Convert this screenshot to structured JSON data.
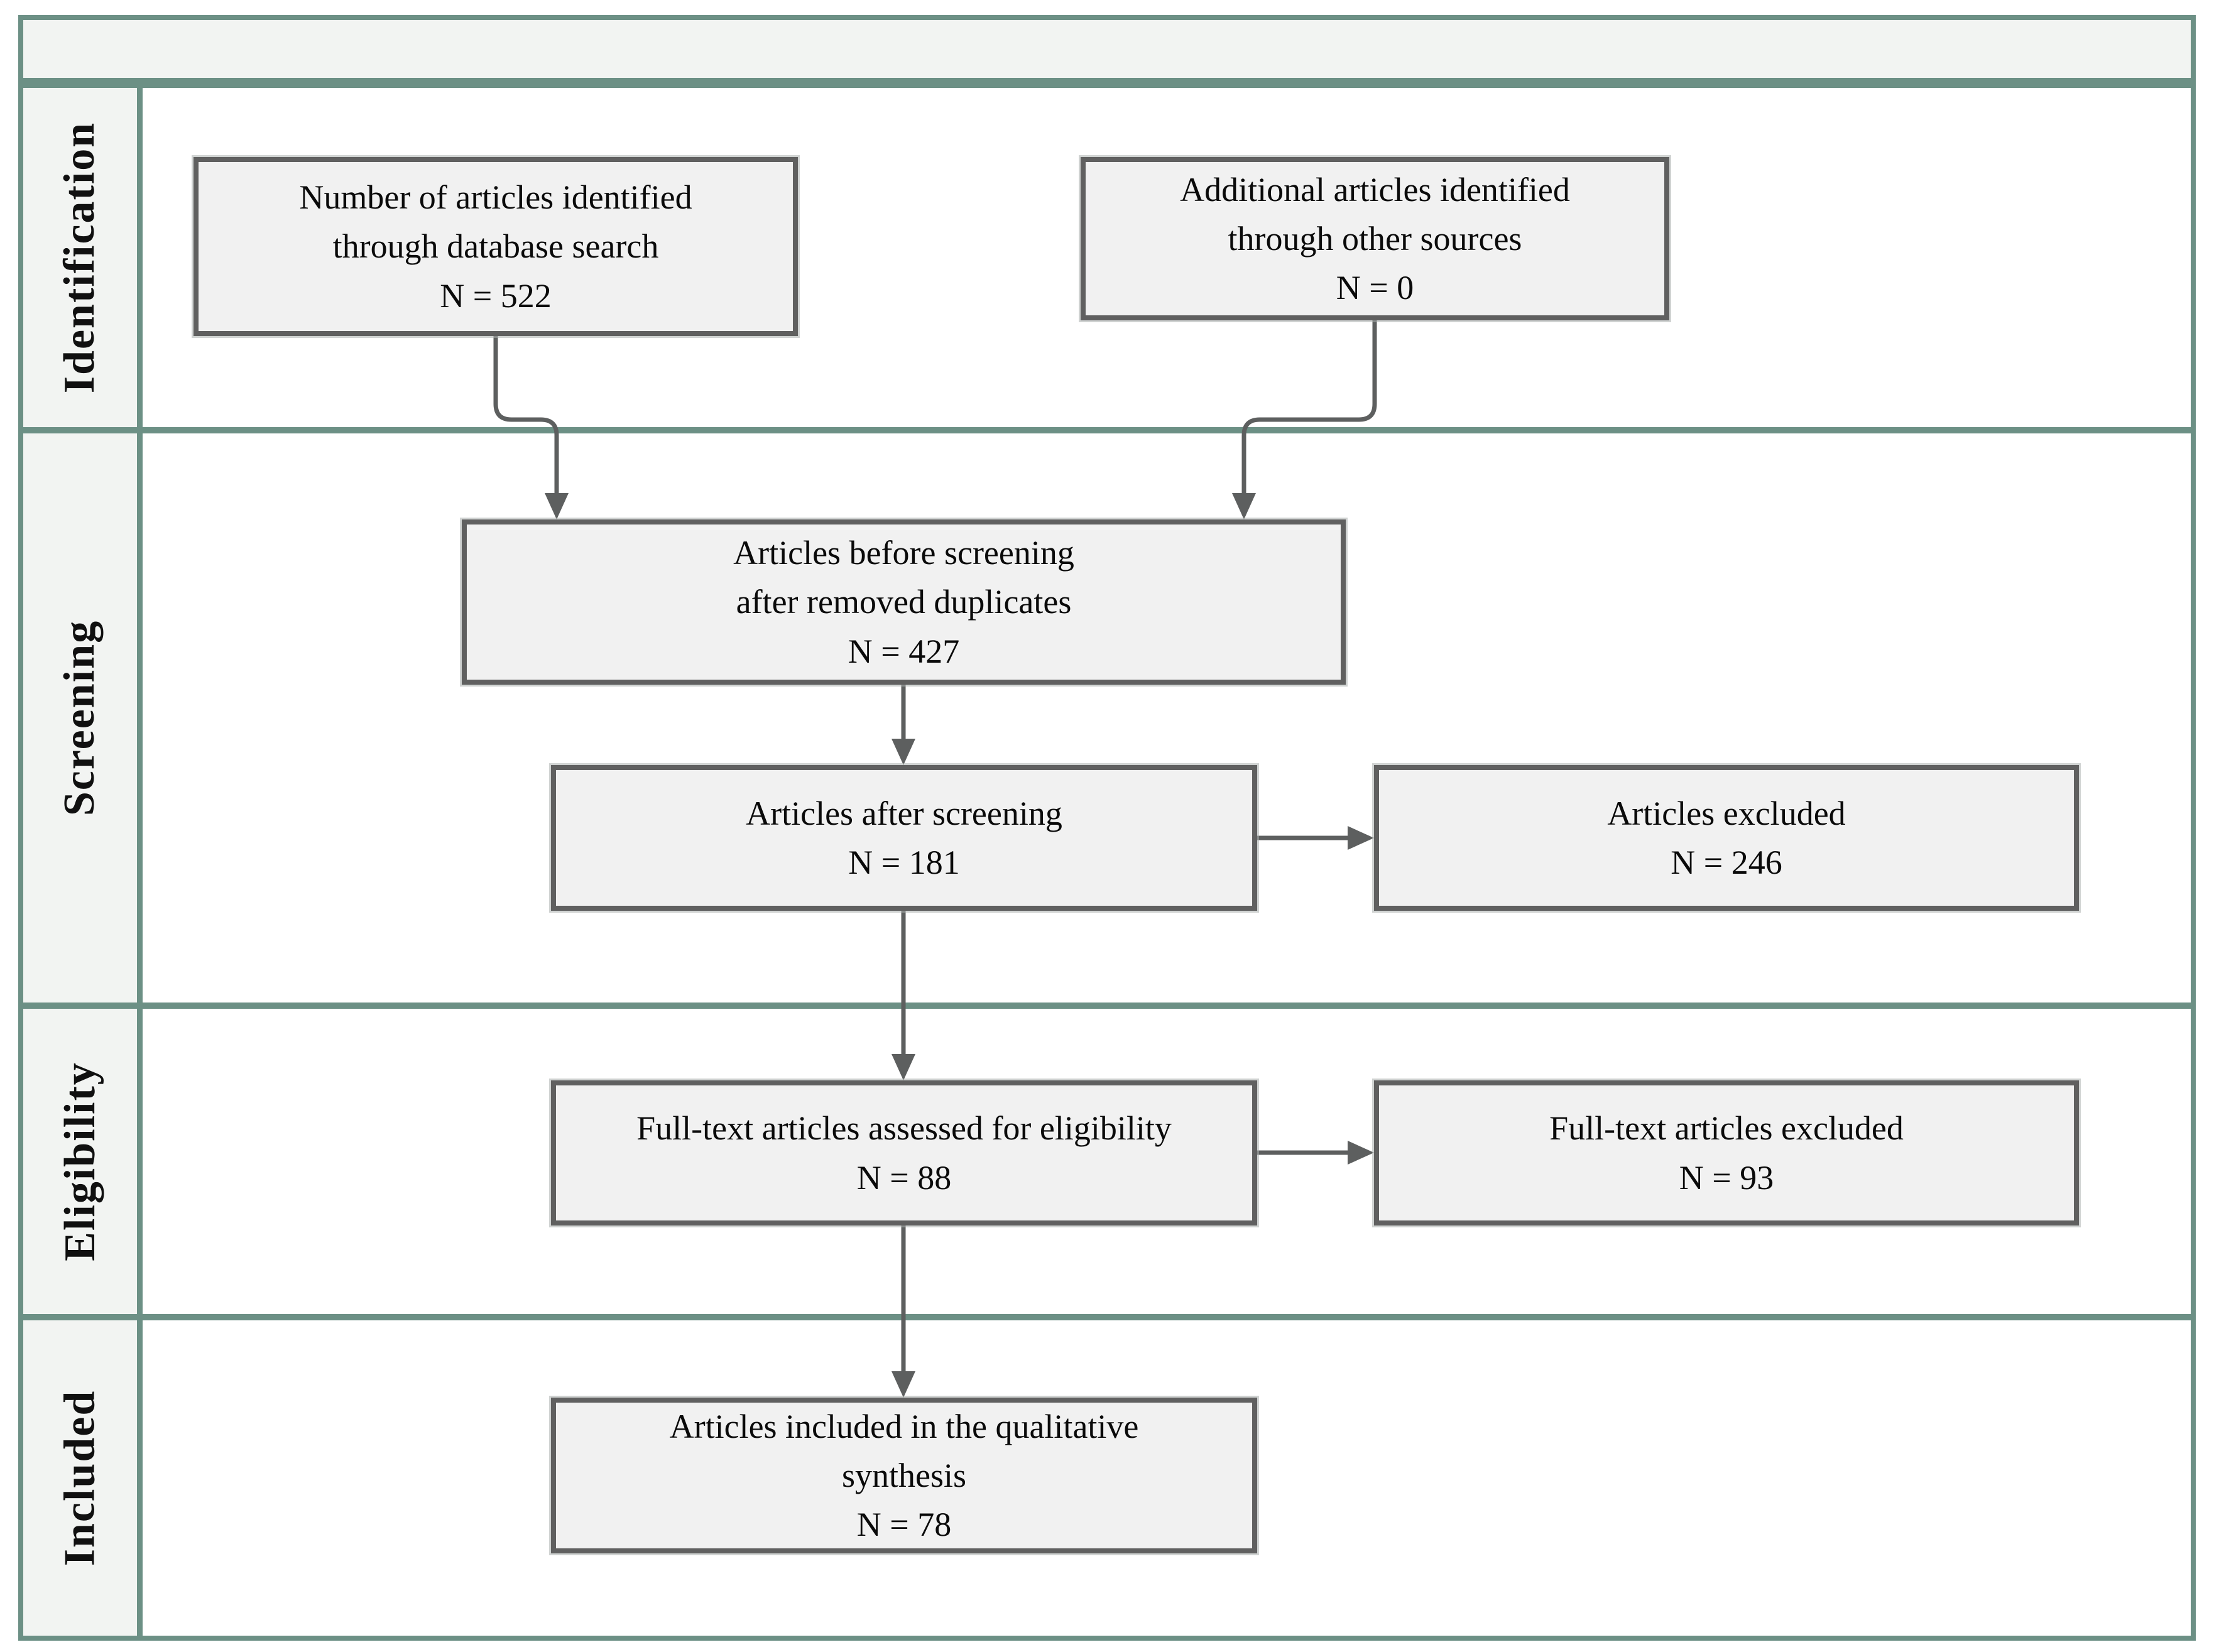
{
  "header": {
    "text": ""
  },
  "sidebar": {
    "labels": [
      "Identification",
      "Screening",
      "Eligibility",
      "Included"
    ]
  },
  "boxes": {
    "db_search": {
      "text": "Number of articles identified\nthrough database search",
      "count": "N = 522"
    },
    "other_sources": {
      "text": "Additional articles identified\nthrough other sources",
      "count": "N = 0"
    },
    "before_screening": {
      "text": "Articles before screening\nafter removed duplicates",
      "count": "N = 427"
    },
    "after_screening": {
      "text": "Articles after screening",
      "count": "N = 181"
    },
    "excluded": {
      "text": "Articles excluded",
      "count": "N = 246"
    },
    "fulltext_assessed": {
      "text": "Full-text articles assessed for eligibility",
      "count": "N = 88"
    },
    "fulltext_excluded": {
      "text": "Full-text articles excluded",
      "count": "N = 93"
    },
    "included_qualitative": {
      "text": "Articles included in the qualitative\nsynthesis",
      "count": "N = 78"
    }
  },
  "colors": {
    "frame_teal": "#6c9085",
    "band_fill": "#f2f4f2",
    "box_fill": "#f1f1f1",
    "box_border": "#606060",
    "arrow": "#5d5f5f",
    "background": "#ffffff"
  }
}
